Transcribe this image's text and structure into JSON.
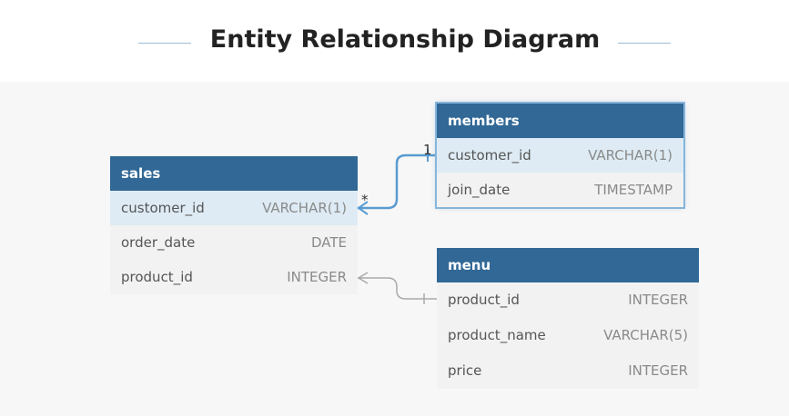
{
  "title": "Entity Relationship Diagram",
  "colors": {
    "header": "#316896",
    "highlight": "#deebf4",
    "selected_link": "#5a9bd0",
    "link": "#aaaaaa"
  },
  "tables": {
    "sales": {
      "name": "sales",
      "fields": [
        {
          "name": "customer_id",
          "type": "VARCHAR(1)"
        },
        {
          "name": "order_date",
          "type": "DATE"
        },
        {
          "name": "product_id",
          "type": "INTEGER"
        }
      ]
    },
    "members": {
      "name": "members",
      "fields": [
        {
          "name": "customer_id",
          "type": "VARCHAR(1)"
        },
        {
          "name": "join_date",
          "type": "TIMESTAMP"
        }
      ]
    },
    "menu": {
      "name": "menu",
      "fields": [
        {
          "name": "product_id",
          "type": "INTEGER"
        },
        {
          "name": "product_name",
          "type": "VARCHAR(5)"
        },
        {
          "name": "price",
          "type": "INTEGER"
        }
      ]
    }
  },
  "relationships": [
    {
      "from": "sales.customer_id",
      "to": "members.customer_id",
      "from_card": "*",
      "to_card": "1"
    },
    {
      "from": "sales.product_id",
      "to": "menu.product_id",
      "from_card": "",
      "to_card": ""
    }
  ]
}
